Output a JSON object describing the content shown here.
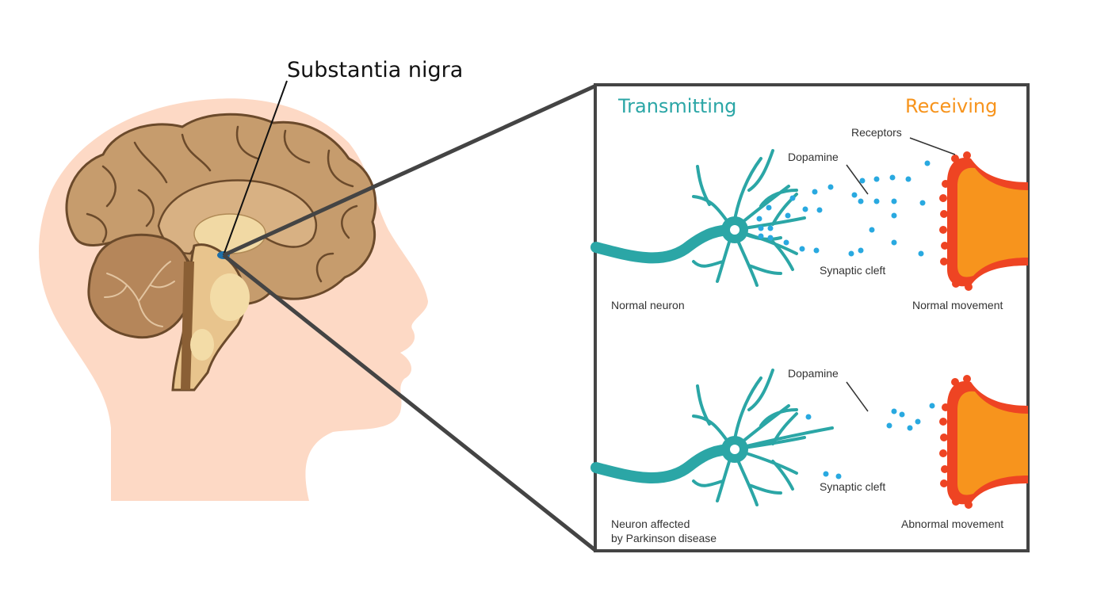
{
  "labels": {
    "structure": "Substantia nigra",
    "transmitting": "Transmitting",
    "receiving": "Receiving",
    "receptors": "Receptors",
    "dopamine_top": "Dopamine",
    "synaptic_cleft_top": "Synaptic cleft",
    "normal_neuron": "Normal neuron",
    "normal_movement": "Normal movement",
    "dopamine_bottom": "Dopamine",
    "synaptic_cleft_bottom": "Synaptic cleft",
    "affected_neuron_line1": "Neuron affected",
    "affected_neuron_line2": "by Parkinson disease",
    "abnormal_movement": "Abnormal movement"
  },
  "colors": {
    "skin": "#fdd9c5",
    "brain": "#c69c6d",
    "brain_outline": "#6b4a2b",
    "brainstem": "#e8c48d",
    "neuron": "#2ba6a6",
    "dopamine": "#29a9e0",
    "receiver_outer": "#ee4423",
    "receiver_inner": "#f7941d",
    "transmitting": "#2ba6a6",
    "receiving": "#f7941d",
    "frame": "#444444"
  }
}
